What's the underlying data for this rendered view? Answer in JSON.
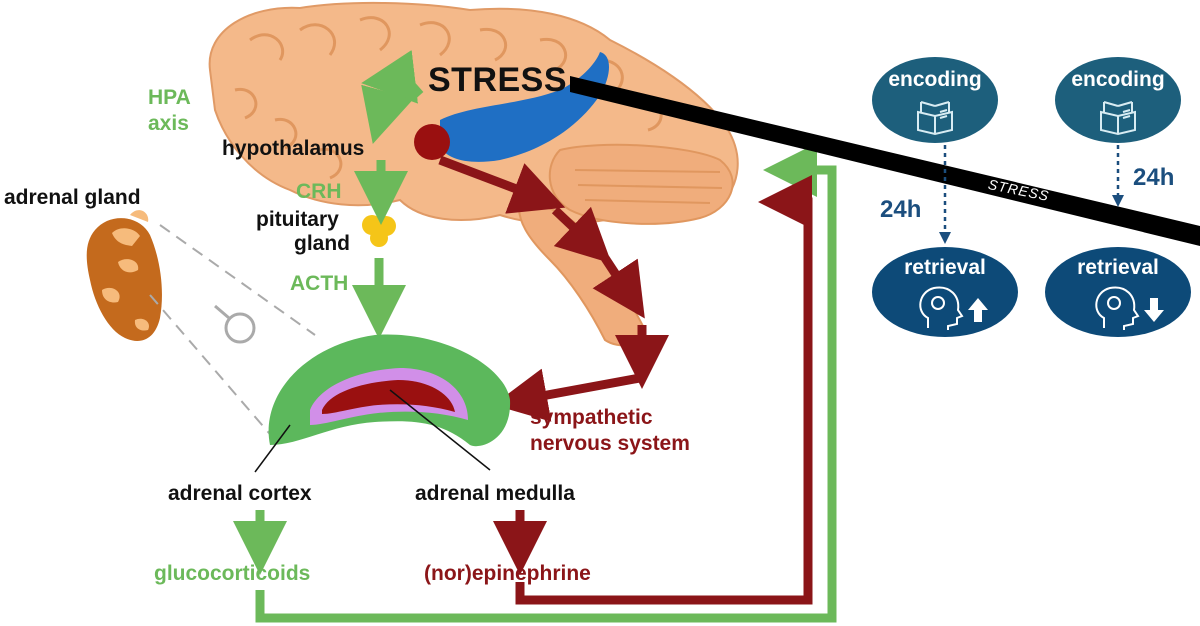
{
  "labels": {
    "stress": "STRESS",
    "hpa_axis_line1": "HPA",
    "hpa_axis_line2": "axis",
    "hypothalamus": "hypothalamus",
    "crh": "CRH",
    "pituitary_line1": "pituitary",
    "pituitary_line2": "gland",
    "acth": "ACTH",
    "adrenal_gland": "adrenal gland",
    "adrenal_cortex": "adrenal cortex",
    "adrenal_medulla": "adrenal medulla",
    "sympathetic_line1": "sympathetic",
    "sympathetic_line2": "nervous system",
    "glucocorticoids": "glucocorticoids",
    "norepinephrine": "(nor)epinephrine"
  },
  "memory": {
    "encoding_left": "encoding",
    "encoding_right": "encoding",
    "retrieval_left": "retrieval",
    "retrieval_right": "retrieval",
    "delay_left": "24h",
    "delay_right": "24h",
    "stress_bar": "STRESS"
  },
  "icons": {
    "encoding": "open-book-icon",
    "retrieval_left": "head-lightbulb-arrow-up-icon",
    "retrieval_right": "head-lightbulb-arrow-down-icon",
    "magnifier": "magnifier-icon"
  },
  "colors": {
    "hpa_green": "#6cb95a",
    "sympathetic_red": "#8b1518",
    "bubble_dark_blue": "#0d4a78",
    "bubble_teal": "#1d5f7c",
    "brain": "#f4b98a",
    "limbic_blue": "#1f6fc4",
    "adrenal_outer": "#5cb85c",
    "adrenal_mid": "#d18fe8",
    "adrenal_inner": "#9a1010",
    "adrenal_gland": "#c46a1d"
  }
}
